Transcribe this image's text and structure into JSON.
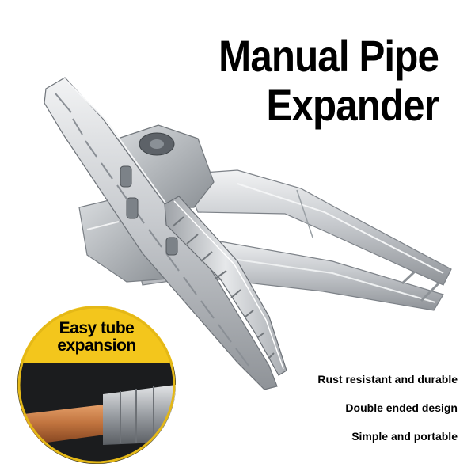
{
  "title": {
    "line1": "Manual Pipe",
    "line2": "Expander"
  },
  "image": {
    "subject": "pipe-expander-pliers-icon"
  },
  "badge": {
    "line1": "Easy tube",
    "line2": "expansion",
    "accent_color": "#f3c61c",
    "pipe_color": "#c1743f"
  },
  "features": [
    "Rust resistant and durable",
    "Double ended design",
    "Simple and portable"
  ],
  "colors": {
    "text": "#000000",
    "metal": "#c9ccd0",
    "background": "#ffffff"
  }
}
